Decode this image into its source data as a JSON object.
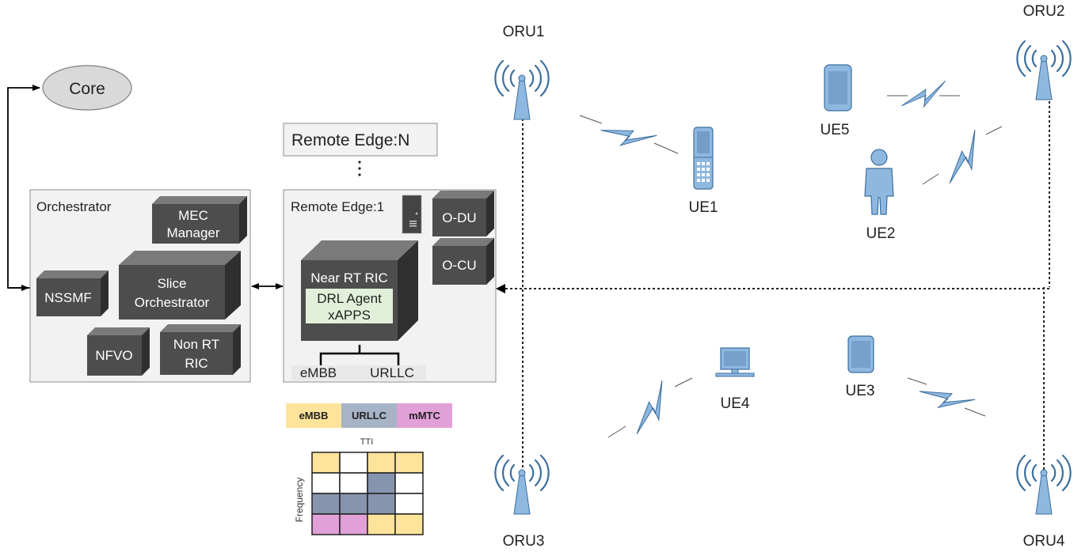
{
  "core": {
    "label": "Core"
  },
  "orchestrator": {
    "title": "Orchestrator",
    "mec_manager": [
      "MEC",
      "Manager"
    ],
    "slice_orchestrator": [
      "Slice",
      "Orchestrator"
    ],
    "nssmf": "NSSMF",
    "nfvo": "NFVO",
    "non_rt_ric": [
      "Non RT",
      "RIC"
    ]
  },
  "remote_edge_n": {
    "label": "Remote Edge:N",
    "ellipsis": "⋮"
  },
  "remote_edge_1": {
    "title": "Remote Edge:1",
    "odu": "O-DU",
    "ocu": "O-CU",
    "near_rt_ric": "Near RT RIC",
    "drl_agent": [
      "DRL Agent",
      "xAPPS"
    ],
    "slices": [
      "eMBB",
      "URLLC"
    ]
  },
  "slice_legend": [
    {
      "label": "eMBB",
      "color": "#fde49a"
    },
    {
      "label": "URLLC",
      "color": "#a7b4c8"
    },
    {
      "label": "mMTC",
      "color": "#e2a0d8"
    }
  ],
  "grid": {
    "title": "TTI",
    "ylabel": "Frequency",
    "cells": [
      [
        "embb",
        "empty",
        "embb",
        "embb"
      ],
      [
        "empty",
        "empty",
        "urllc",
        "empty"
      ],
      [
        "urllc",
        "urllc",
        "urllc",
        "empty"
      ],
      [
        "mmtc",
        "mmtc",
        "embb",
        "embb"
      ]
    ],
    "colors": {
      "embb": "#fde49a",
      "urllc": "#8794ad",
      "mmtc": "#e2a0d8",
      "empty": "#ffffff"
    }
  },
  "orus": [
    "ORU1",
    "ORU2",
    "ORU3",
    "ORU4"
  ],
  "ues": [
    "UE1",
    "UE2",
    "UE3",
    "UE4",
    "UE5"
  ],
  "colors": {
    "box_face": "#4d4d4d",
    "box_top": "#7a7a7a",
    "box_side": "#2f2f2f",
    "panel": "#f2f2f2",
    "antenna": "#8fb8e0"
  }
}
